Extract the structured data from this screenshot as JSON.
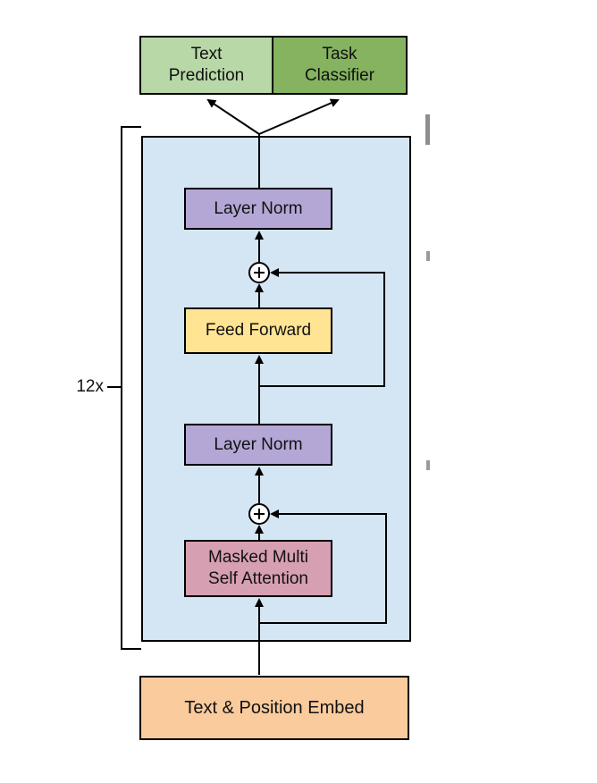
{
  "diagram": {
    "repeat_label": "12x",
    "nodes": {
      "text_prediction": {
        "label": "Text Prediction"
      },
      "task_classifier": {
        "label": "Task Classifier"
      },
      "layer_norm_top": {
        "label": "Layer Norm"
      },
      "feed_forward": {
        "label": "Feed Forward"
      },
      "layer_norm_bottom": {
        "label": "Layer Norm"
      },
      "masked_attention": {
        "label": "Masked Multi Self Attention"
      },
      "embedding": {
        "label": "Text & Position Embed"
      }
    },
    "icons": {
      "add": "⊕"
    },
    "colors": {
      "text_prediction": "#b9d8a8",
      "task_classifier": "#85b360",
      "transformer_block": "#d4e5f4",
      "layer_norm": "#b4a7d6",
      "feed_forward": "#ffe493",
      "masked_attention": "#d79fb2",
      "embedding": "#f9cb9d",
      "line": "#000000"
    }
  }
}
